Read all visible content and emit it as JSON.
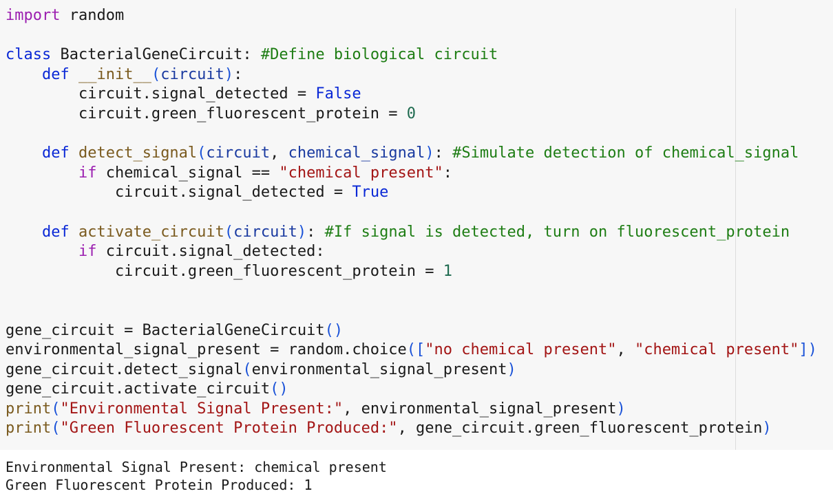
{
  "code_lines": [
    [
      {
        "t": "import",
        "c": "kw"
      },
      {
        "t": " random",
        "c": ""
      }
    ],
    [],
    [
      {
        "t": "class",
        "c": "kw2"
      },
      {
        "t": " BacterialGeneCircuit: ",
        "c": ""
      },
      {
        "t": "#Define biological circuit",
        "c": "cm"
      }
    ],
    [
      {
        "t": "    ",
        "c": ""
      },
      {
        "t": "def",
        "c": "kw2"
      },
      {
        "t": " ",
        "c": ""
      },
      {
        "t": "__init__",
        "c": "fn"
      },
      {
        "t": "(",
        "c": "pn"
      },
      {
        "t": "circuit",
        "c": "pa"
      },
      {
        "t": ")",
        "c": "pn"
      },
      {
        "t": ":",
        "c": ""
      }
    ],
    [
      {
        "t": "        circuit.signal_detected = ",
        "c": ""
      },
      {
        "t": "False",
        "c": "bool"
      }
    ],
    [
      {
        "t": "        circuit.green_fluorescent_protein = ",
        "c": ""
      },
      {
        "t": "0",
        "c": "num"
      }
    ],
    [],
    [
      {
        "t": "    ",
        "c": ""
      },
      {
        "t": "def",
        "c": "kw2"
      },
      {
        "t": " ",
        "c": ""
      },
      {
        "t": "detect_signal",
        "c": "fn"
      },
      {
        "t": "(",
        "c": "pn"
      },
      {
        "t": "circuit",
        "c": "pa"
      },
      {
        "t": ", ",
        "c": ""
      },
      {
        "t": "chemical_signal",
        "c": "pa"
      },
      {
        "t": ")",
        "c": "pn"
      },
      {
        "t": ": ",
        "c": ""
      },
      {
        "t": "#Simulate detection of chemical_signal",
        "c": "cm"
      }
    ],
    [
      {
        "t": "        ",
        "c": ""
      },
      {
        "t": "if",
        "c": "kw"
      },
      {
        "t": " chemical_signal == ",
        "c": ""
      },
      {
        "t": "\"chemical present\"",
        "c": "st"
      },
      {
        "t": ":",
        "c": ""
      }
    ],
    [
      {
        "t": "            circuit.signal_detected = ",
        "c": ""
      },
      {
        "t": "True",
        "c": "bool"
      }
    ],
    [],
    [
      {
        "t": "    ",
        "c": ""
      },
      {
        "t": "def",
        "c": "kw2"
      },
      {
        "t": " ",
        "c": ""
      },
      {
        "t": "activate_circuit",
        "c": "fn"
      },
      {
        "t": "(",
        "c": "pn"
      },
      {
        "t": "circuit",
        "c": "pa"
      },
      {
        "t": ")",
        "c": "pn"
      },
      {
        "t": ": ",
        "c": ""
      },
      {
        "t": "#If signal is detected, turn on fluorescent_protein",
        "c": "cm"
      }
    ],
    [
      {
        "t": "        ",
        "c": ""
      },
      {
        "t": "if",
        "c": "kw"
      },
      {
        "t": " circuit.signal_detected:",
        "c": ""
      }
    ],
    [
      {
        "t": "            circuit.green_fluorescent_protein = ",
        "c": ""
      },
      {
        "t": "1",
        "c": "num"
      }
    ],
    [],
    [],
    [
      {
        "t": "gene_circuit = BacterialGeneCircuit",
        "c": ""
      },
      {
        "t": "()",
        "c": "pn"
      }
    ],
    [
      {
        "t": "environmental_signal_present = random.choice",
        "c": ""
      },
      {
        "t": "([",
        "c": "pn"
      },
      {
        "t": "\"no chemical present\"",
        "c": "st"
      },
      {
        "t": ", ",
        "c": ""
      },
      {
        "t": "\"chemical present\"",
        "c": "st"
      },
      {
        "t": "])",
        "c": "pn"
      }
    ],
    [
      {
        "t": "gene_circuit.detect_signal",
        "c": ""
      },
      {
        "t": "(",
        "c": "pn"
      },
      {
        "t": "environmental_signal_present",
        "c": ""
      },
      {
        "t": ")",
        "c": "pn"
      }
    ],
    [
      {
        "t": "gene_circuit.activate_circuit",
        "c": ""
      },
      {
        "t": "()",
        "c": "pn"
      }
    ],
    [
      {
        "t": "print",
        "c": "fn"
      },
      {
        "t": "(",
        "c": "pn"
      },
      {
        "t": "\"Environmental Signal Present:\"",
        "c": "st"
      },
      {
        "t": ", environmental_signal_present",
        "c": ""
      },
      {
        "t": ")",
        "c": "pn"
      }
    ],
    [
      {
        "t": "print",
        "c": "fn"
      },
      {
        "t": "(",
        "c": "pn"
      },
      {
        "t": "\"Green Fluorescent Protein Produced:\"",
        "c": "st"
      },
      {
        "t": ", gene_circuit.green_fluorescent_protein",
        "c": ""
      },
      {
        "t": ")",
        "c": "pn"
      }
    ]
  ],
  "output_lines": [
    "Environmental Signal Present: chemical present",
    "Green Fluorescent Protein Produced: 1"
  ]
}
